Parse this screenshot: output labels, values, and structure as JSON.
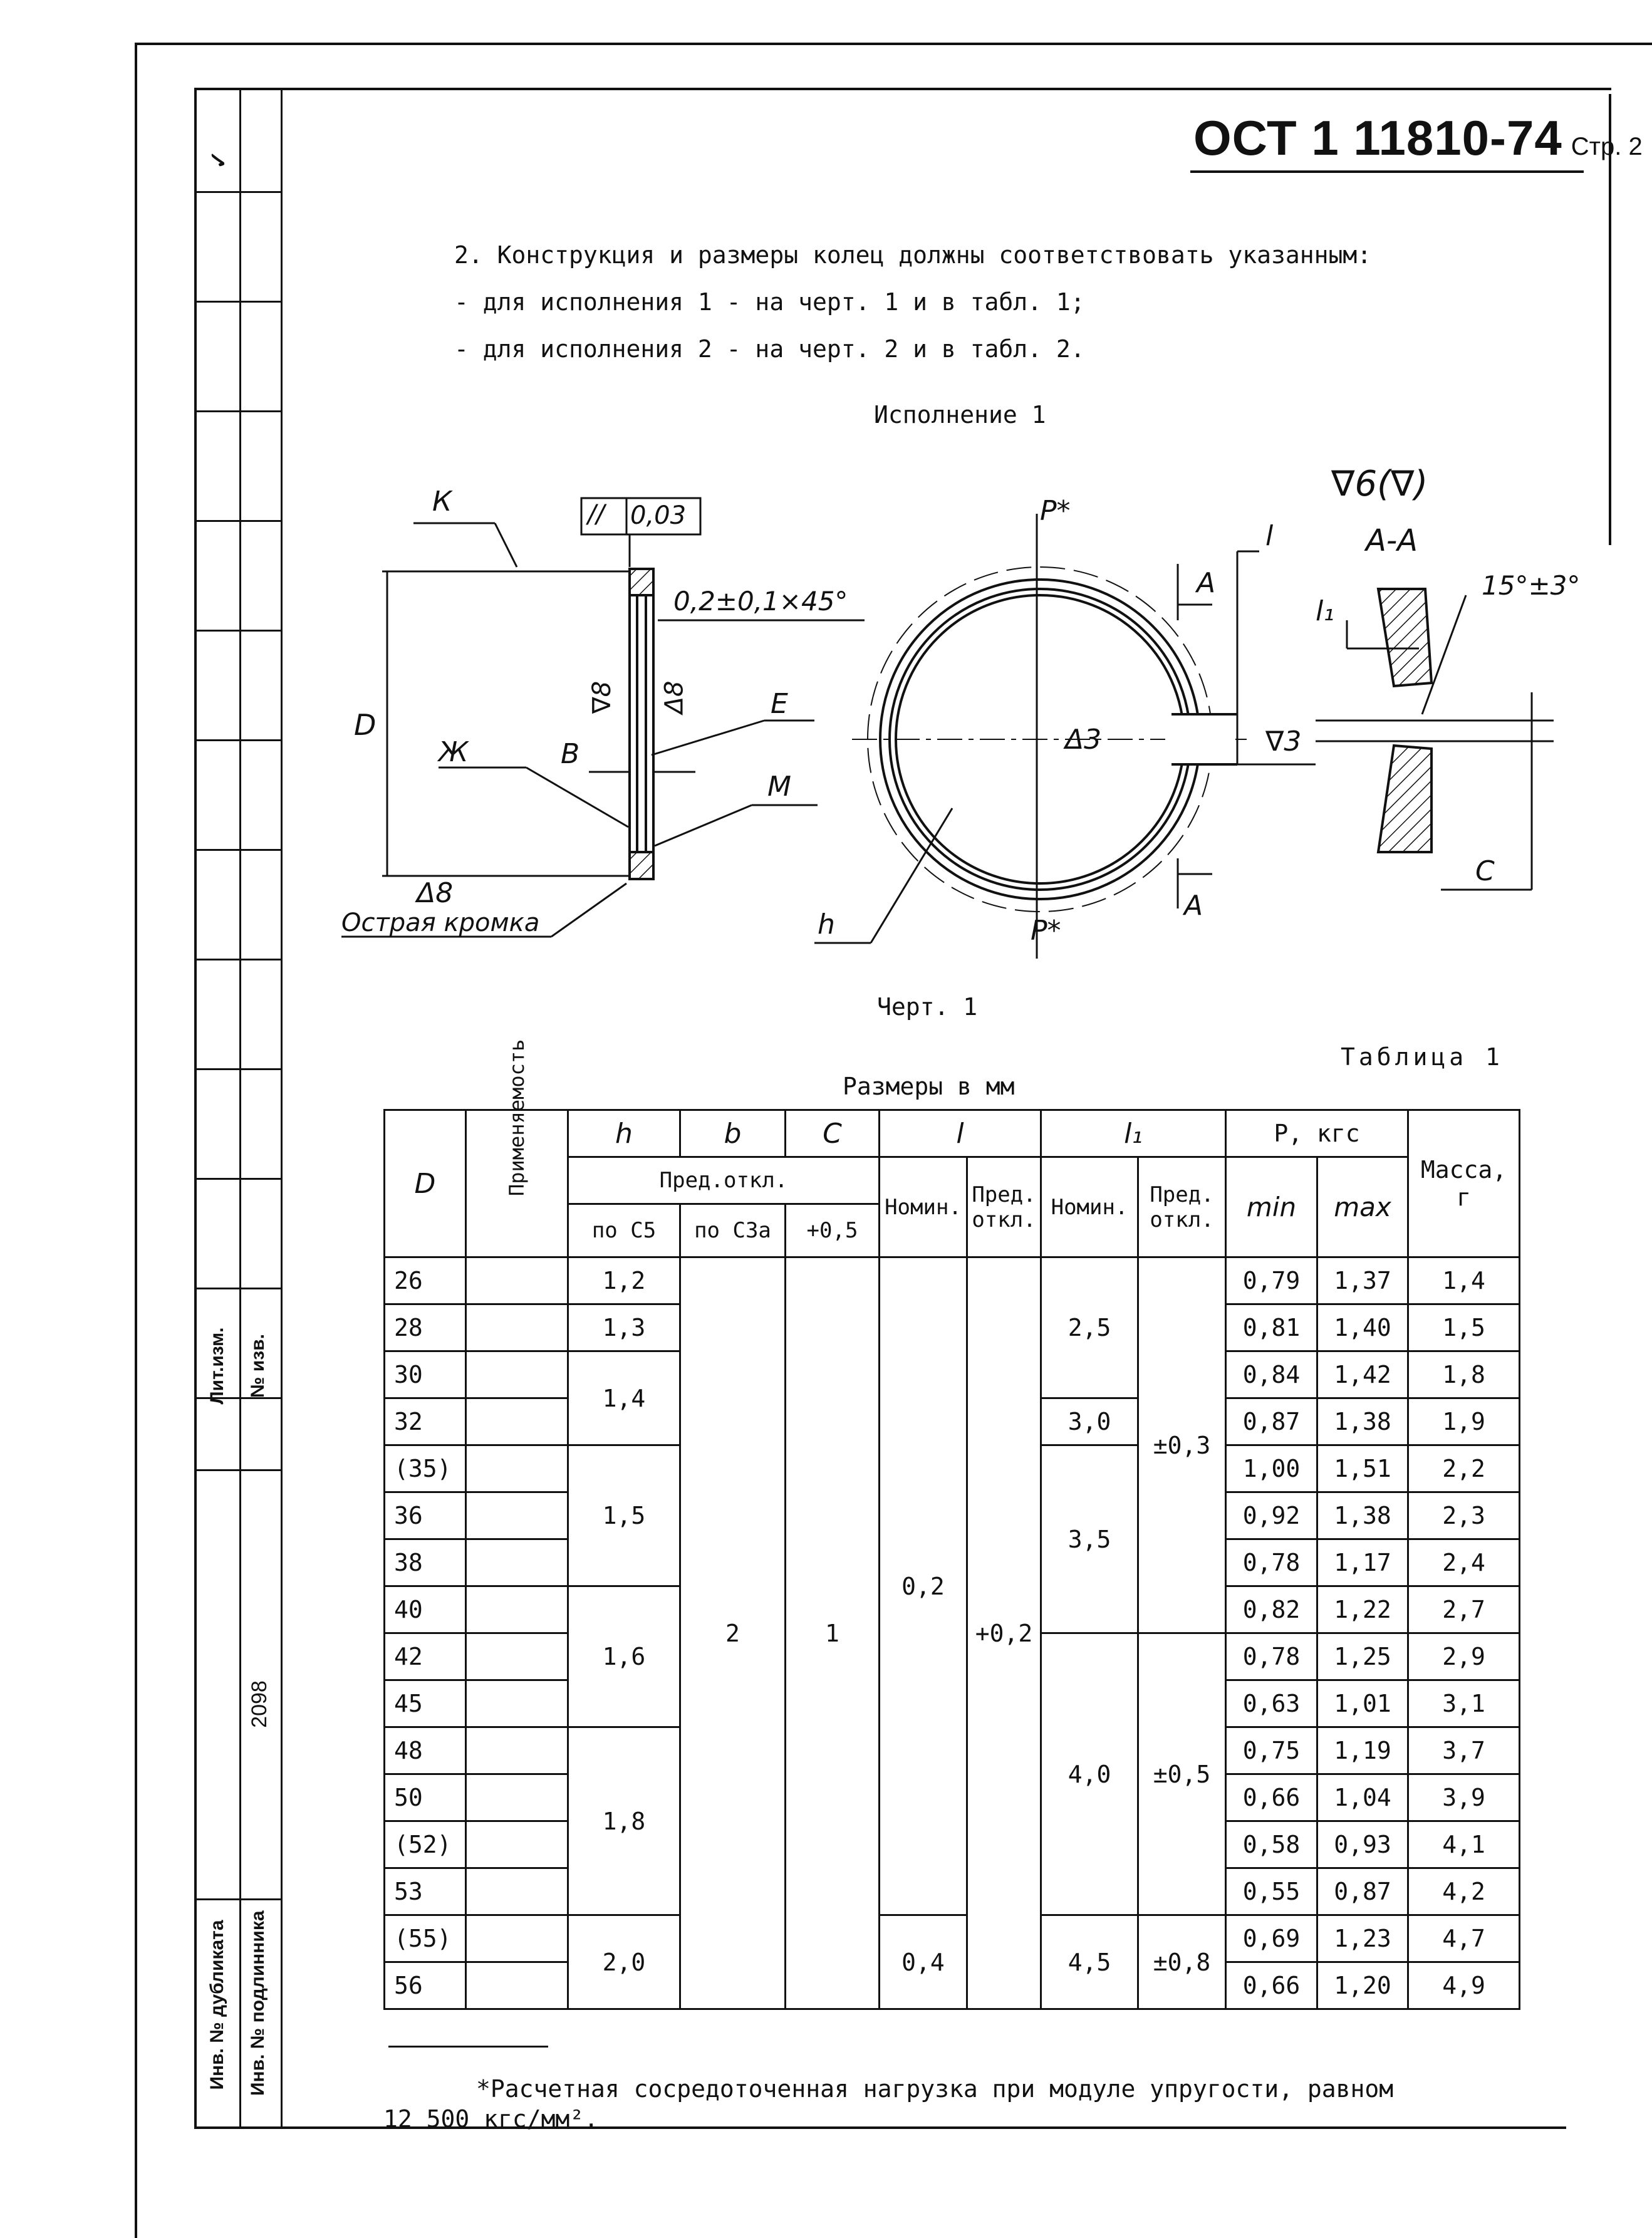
{
  "header": {
    "doc_number": "ОСТ 1 11810-74",
    "page_label": "Стр. 2"
  },
  "intro": [
    "2. Конструкция и размеры колец должны соответствовать указанным:",
    "- для исполнения 1 - на черт. 1 и в табл. 1;",
    "- для исполнения 2 - на черт. 2 и в табл. 2."
  ],
  "variant_caption": "Исполнение 1",
  "drawing": {
    "labels": {
      "k": "К",
      "tolerance_sym": "//",
      "tolerance_val": "0,03",
      "chamfer": "0,2±0,1×45°",
      "d": "D",
      "zh": "Ж",
      "v": "В",
      "e": "Е",
      "m": "М",
      "rough8": "∇8",
      "tri8": "Δ8",
      "tri8b": "Δ8",
      "sharp_edge": "Острая кромка",
      "p_top": "P*",
      "p_bot": "P*",
      "a_top": "А",
      "a_bot": "А",
      "tri3": "Δ3",
      "rough3": "∇3",
      "h": "h",
      "l": "l",
      "l1": "l₁",
      "c": "C",
      "section": "А-А",
      "angle": "15°±3°",
      "rough6": "∇6(∇)"
    },
    "caption": "Черт. 1"
  },
  "table": {
    "title": "Таблица 1",
    "units": "Размеры в мм",
    "headers": {
      "d": "D",
      "applicability": "Применяемость",
      "h": "h",
      "b": "b",
      "c": "C",
      "l": "l",
      "l1": "l₁",
      "p": "P, кгс",
      "mass": "Масса, г",
      "pred_otkl": "Пред.откл.",
      "po_c5": "по C5",
      "po_c3a": "по C3а",
      "plus05": "+0,5",
      "nomin": "Номин.",
      "pred_otkl_short": "Пред. откл.",
      "min": "min",
      "max": "max"
    },
    "d_values": [
      "26",
      "28",
      "30",
      "32",
      "(35)",
      "36",
      "38",
      "40",
      "42",
      "45",
      "48",
      "50",
      "(52)",
      "53",
      "(55)",
      "56"
    ],
    "h_groups": [
      {
        "v": "1,2",
        "span": 1
      },
      {
        "v": "1,3",
        "span": 1
      },
      {
        "v": "1,4",
        "span": 2
      },
      {
        "v": "1,5",
        "span": 3
      },
      {
        "v": "1,6",
        "span": 3
      },
      {
        "v": "1,8",
        "span": 4
      },
      {
        "v": "2,0",
        "span": 2
      }
    ],
    "b_value": "2",
    "c_value": "1",
    "l_groups": [
      {
        "v": "0,2",
        "span": 14
      },
      {
        "v": "0,4",
        "span": 2
      }
    ],
    "l_tol": "+0,2",
    "l1_groups": [
      {
        "v": "2,5",
        "span": 3
      },
      {
        "v": "3,0",
        "span": 1
      },
      {
        "v": "3,5",
        "span": 4
      },
      {
        "v": "4,0",
        "span": 6
      },
      {
        "v": "4,5",
        "span": 2
      }
    ],
    "l1_tol_groups": [
      {
        "v": "±0,3",
        "span": 8
      },
      {
        "v": "±0,5",
        "span": 6
      },
      {
        "v": "±0,8",
        "span": 2
      }
    ],
    "p_min": [
      "0,79",
      "0,81",
      "0,84",
      "0,87",
      "1,00",
      "0,92",
      "0,78",
      "0,82",
      "0,78",
      "0,63",
      "0,75",
      "0,66",
      "0,58",
      "0,55",
      "0,69",
      "0,66"
    ],
    "p_max": [
      "1,37",
      "1,40",
      "1,42",
      "1,38",
      "1,51",
      "1,38",
      "1,17",
      "1,22",
      "1,25",
      "1,01",
      "1,19",
      "1,04",
      "0,93",
      "0,87",
      "1,23",
      "1,20"
    ],
    "mass": [
      "1,4",
      "1,5",
      "1,8",
      "1,9",
      "2,2",
      "2,3",
      "2,4",
      "2,7",
      "2,9",
      "3,1",
      "3,7",
      "3,9",
      "4,1",
      "4,2",
      "4,7",
      "4,9"
    ]
  },
  "footnote": {
    "line1": "*Расчетная сосредоточенная нагрузка при модуле упругости, равном",
    "line2": "12 500 кгс/мм²."
  },
  "stamp": {
    "lit_izm": "Лит.изм.",
    "no_izv": "№ изв.",
    "inv_dubl": "Инв. № дубликата",
    "inv_podl": "Инв. № подлинника",
    "number": "2098",
    "tick": "✓"
  }
}
